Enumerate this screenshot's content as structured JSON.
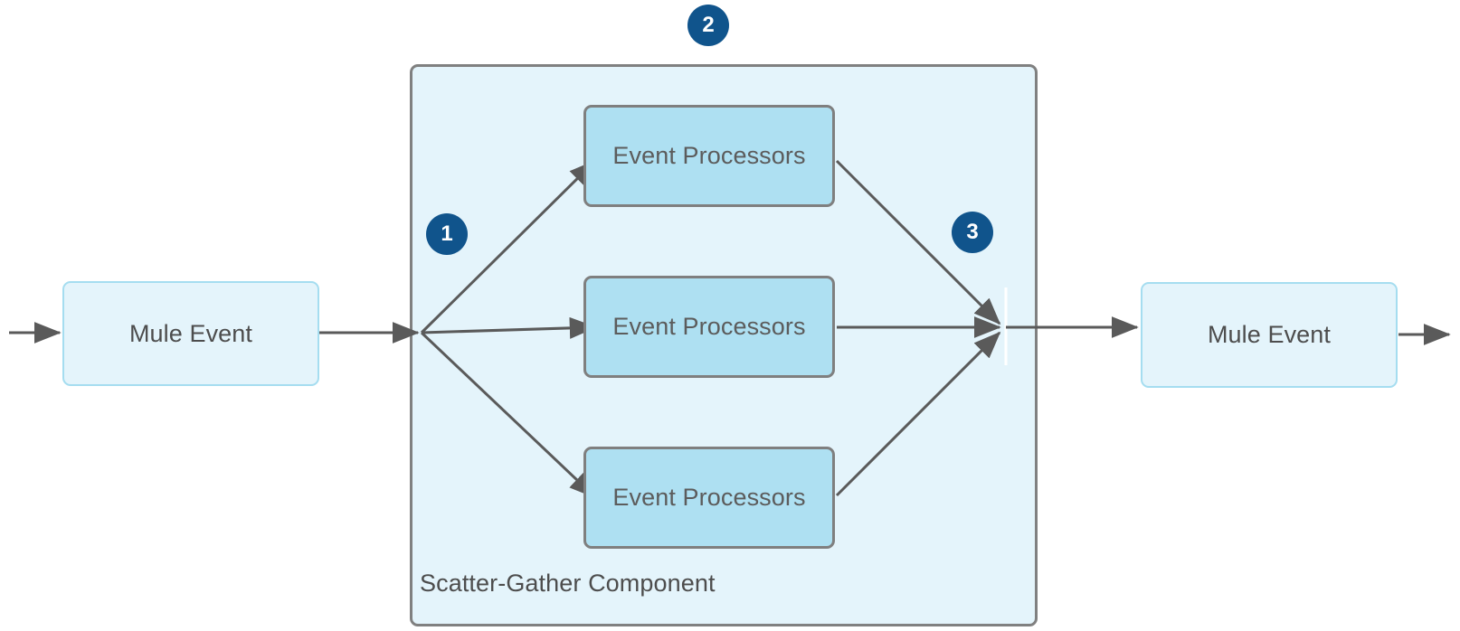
{
  "diagram": {
    "title": "Scatter-Gather Component flow",
    "colors": {
      "canvas_background": "#ffffff",
      "mule_event_fill": "#e4f4fb",
      "mule_event_border": "#a5ddf0",
      "container_fill": "#e4f4fb",
      "container_border": "#808080",
      "processor_fill": "#aee0f2",
      "processor_border": "#7f7f7f",
      "badge_fill": "#10548c",
      "badge_text": "#ffffff",
      "text": "#4d4d4d",
      "arrow": "#5a5a5a"
    },
    "nodes": {
      "mule_event_in": "Mule Event",
      "mule_event_out": "Mule Event",
      "container_label": "Scatter-Gather Component",
      "processors": [
        "Event Processors",
        "Event Processors",
        "Event Processors"
      ]
    },
    "badges": [
      {
        "id": "1",
        "label": "1"
      },
      {
        "id": "2",
        "label": "2"
      },
      {
        "id": "3",
        "label": "3"
      }
    ]
  }
}
